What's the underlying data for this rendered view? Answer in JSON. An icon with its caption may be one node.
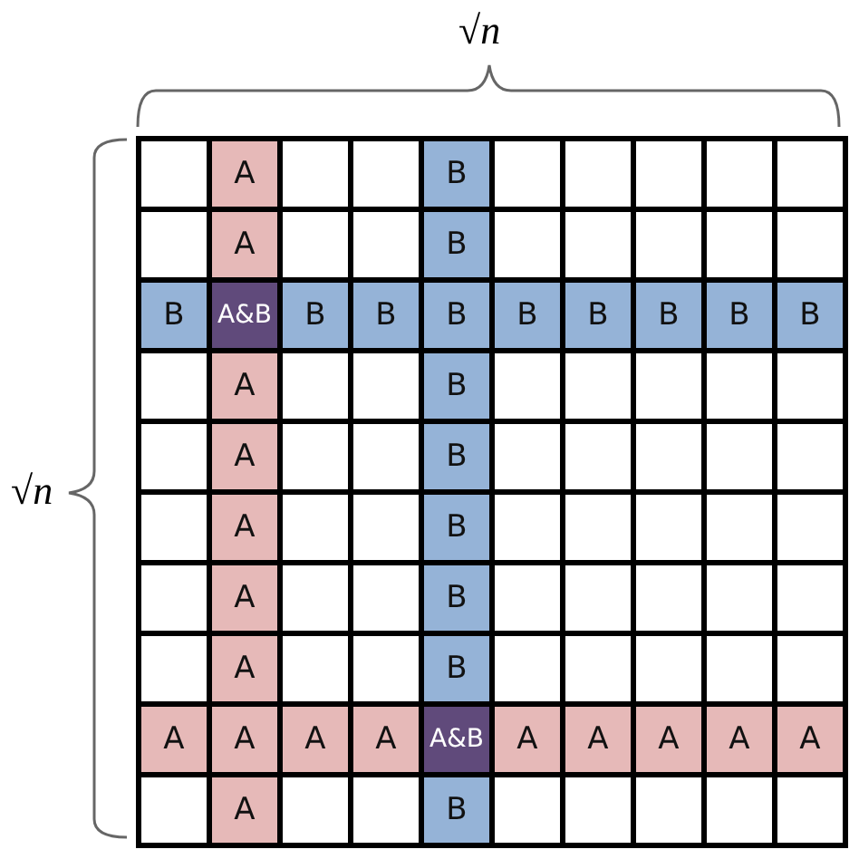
{
  "diagram": {
    "labels": [
      "√n",
      "√n",
      "A",
      "B",
      "A",
      "B",
      "B",
      "A&B",
      "B",
      "B",
      "B",
      "B",
      "B",
      "B",
      "B",
      "B",
      "A",
      "B",
      "A",
      "B",
      "A",
      "B",
      "A",
      "B",
      "A",
      "B",
      "A",
      "A",
      "A",
      "A",
      "A&B",
      "A",
      "A",
      "A",
      "A",
      "A",
      "A",
      "B"
    ]
  }
}
